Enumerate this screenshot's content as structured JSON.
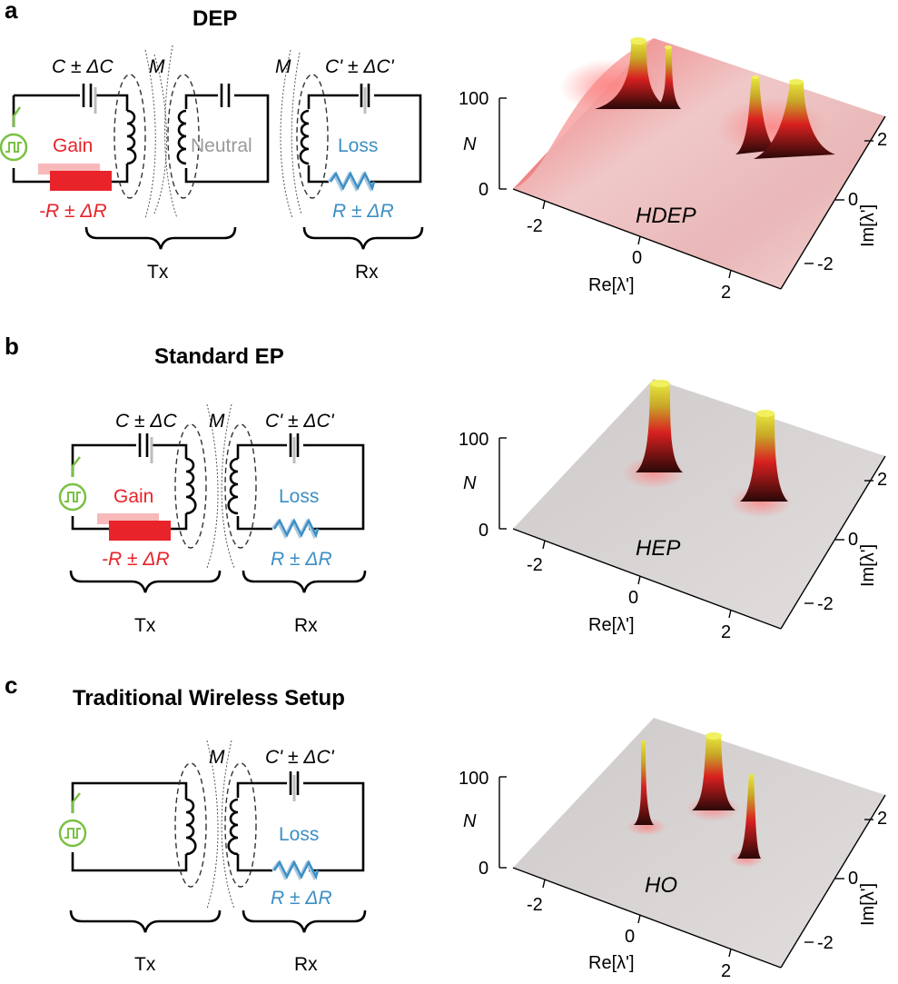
{
  "panels": [
    {
      "letter": "a",
      "title": "DEP",
      "tx_cap": "C ± ΔC",
      "mutual": "M",
      "mutual2": "M",
      "rx_cap": "C' ± ΔC'",
      "gain": "Gain",
      "neutral": "Neutral",
      "loss": "Loss",
      "neg_r": "-R ± ΔR",
      "pos_r": "R ± ΔR",
      "tx": "Tx",
      "rx": "Rx",
      "hamiltonian": "HDEP"
    },
    {
      "letter": "b",
      "title": "Standard EP",
      "tx_cap": "C ± ΔC",
      "mutual": "M",
      "rx_cap": "C' ± ΔC'",
      "gain": "Gain",
      "loss": "Loss",
      "neg_r": "-R ± ΔR",
      "pos_r": "R ± ΔR",
      "tx": "Tx",
      "rx": "Rx",
      "hamiltonian": "HEP"
    },
    {
      "letter": "c",
      "title": "Traditional Wireless Setup",
      "mutual": "M",
      "rx_cap": "C' ± ΔC'",
      "loss": "Loss",
      "pos_r": "R ± ΔR",
      "tx": "Tx",
      "rx": "Rx",
      "hamiltonian": "HO"
    }
  ],
  "plot_axes": {
    "z_label": "N",
    "z_ticks": [
      "0",
      "100"
    ],
    "x_label": "Re[λ']",
    "x_ticks": [
      "-2",
      "0",
      "2"
    ],
    "y_label": "Im[λ']",
    "y_ticks": [
      "-2",
      "0",
      "2"
    ]
  },
  "colors": {
    "gain": "#e8232a",
    "gain_light": "#f8b9bb",
    "loss": "#3d8fc4",
    "loss_light": "#a9c9e3",
    "neutral": "#9a9a9a",
    "source": "#7ac143",
    "peak_top": "#d8d83a",
    "peak_base": "#e02020"
  }
}
